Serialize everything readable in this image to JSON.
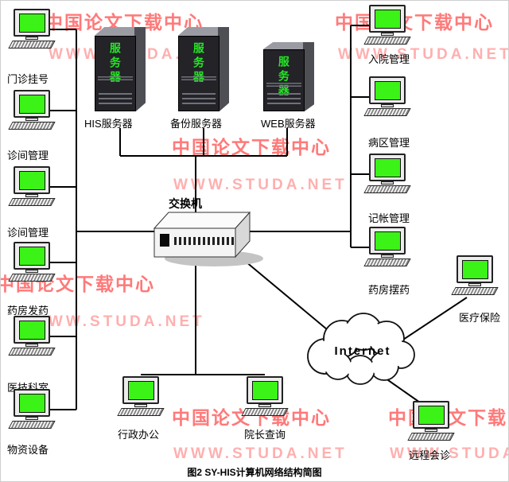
{
  "diagram": {
    "caption": "图2 SY-HIS计算机网络结构简图",
    "switch": {
      "label": "交换机"
    },
    "internet": {
      "label": "Internet"
    },
    "servers": [
      {
        "name": "HIS服务器",
        "body_text": "服务器"
      },
      {
        "name": "备份服务器",
        "body_text": "服务器"
      },
      {
        "name": "WEB服务器",
        "body_text": "服务器"
      }
    ],
    "workstations": {
      "left": [
        "门诊挂号",
        "诊间管理",
        "诊间管理",
        "药房发药",
        "医技科室",
        "物资设备"
      ],
      "right": [
        "入院管理",
        "病区管理",
        "记帐管理",
        "药房摆药"
      ],
      "bottom": [
        "行政办公",
        "院长查询"
      ],
      "remote": [
        "医疗保险",
        "远程会诊"
      ]
    },
    "topology": {
      "hub": "交换机",
      "hub_links": [
        "服务器组",
        "左侧工作站总线",
        "右侧工作站总线",
        "行政办公/院长查询",
        "Internet"
      ],
      "internet_links": [
        "医疗保险",
        "远程会诊"
      ]
    }
  },
  "watermark": {
    "line1": "中国论文下载中心",
    "line2": "WWW.STUDA.NET"
  },
  "colors": {
    "screen_green": "#3bf316",
    "server_text_green": "#25e625",
    "wm_red": "#ff4646",
    "wm_pink": "#ff9c9c"
  }
}
